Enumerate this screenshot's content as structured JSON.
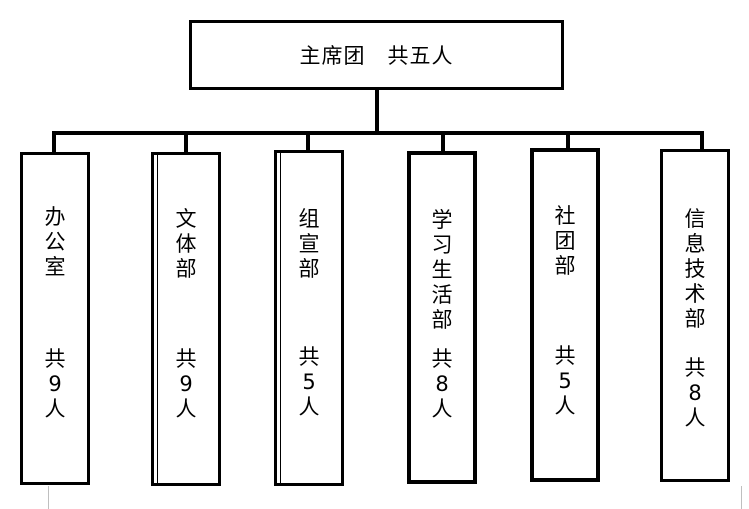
{
  "root": {
    "title": "主席团",
    "count": "共五人"
  },
  "departments": [
    {
      "name": [
        "办",
        "公",
        "室"
      ],
      "count": [
        "共",
        "9",
        "人"
      ]
    },
    {
      "name": [
        "文",
        "体",
        "部"
      ],
      "count": [
        "共",
        "9",
        "人"
      ]
    },
    {
      "name": [
        "组",
        "宣",
        "部"
      ],
      "count": [
        "共",
        "5",
        "人"
      ]
    },
    {
      "name": [
        "学",
        "习",
        "生",
        "活",
        "部"
      ],
      "count": [
        "共",
        "8",
        "人"
      ]
    },
    {
      "name": [
        "社",
        "团",
        "部"
      ],
      "count": [
        "共",
        "5",
        "人"
      ]
    },
    {
      "name": [
        "信",
        "息",
        "技",
        "术",
        "部"
      ],
      "count": [
        "共",
        "8",
        "人"
      ]
    }
  ]
}
